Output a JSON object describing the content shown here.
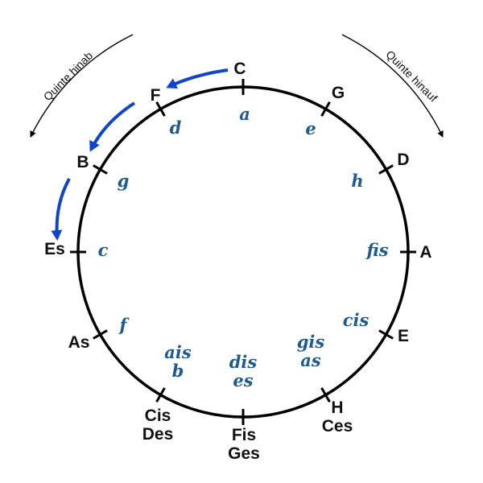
{
  "diagram": {
    "keys": [
      {
        "id": "c",
        "major": [
          "C"
        ],
        "minor": [
          "a"
        ]
      },
      {
        "id": "g",
        "major": [
          "G"
        ],
        "minor": [
          "e"
        ]
      },
      {
        "id": "d",
        "major": [
          "D"
        ],
        "minor": [
          "h"
        ]
      },
      {
        "id": "a",
        "major": [
          "A"
        ],
        "minor": [
          "fis"
        ]
      },
      {
        "id": "e",
        "major": [
          "E"
        ],
        "minor": [
          "cis"
        ]
      },
      {
        "id": "h",
        "major": [
          "H",
          "Ces"
        ],
        "minor": [
          "gis",
          "as"
        ]
      },
      {
        "id": "fis",
        "major": [
          "Fis",
          "Ges"
        ],
        "minor": [
          "dis",
          "es"
        ]
      },
      {
        "id": "cis",
        "major": [
          "Cis",
          "Des"
        ],
        "minor": [
          "ais",
          "b"
        ]
      },
      {
        "id": "as",
        "major": [
          "As"
        ],
        "minor": [
          "f"
        ]
      },
      {
        "id": "es",
        "major": [
          "Es"
        ],
        "minor": [
          "c"
        ]
      },
      {
        "id": "b",
        "major": [
          "B"
        ],
        "minor": [
          "g"
        ]
      },
      {
        "id": "f",
        "major": [
          "F"
        ],
        "minor": [
          "d"
        ]
      }
    ],
    "labels": {
      "down": "Quinte hinab",
      "up": "Quinte hinauf"
    },
    "colors": {
      "circle": "#000000",
      "major_text": "#111111",
      "minor_text": "#1f5c8c",
      "arrow_blue": "#1144cc"
    }
  }
}
